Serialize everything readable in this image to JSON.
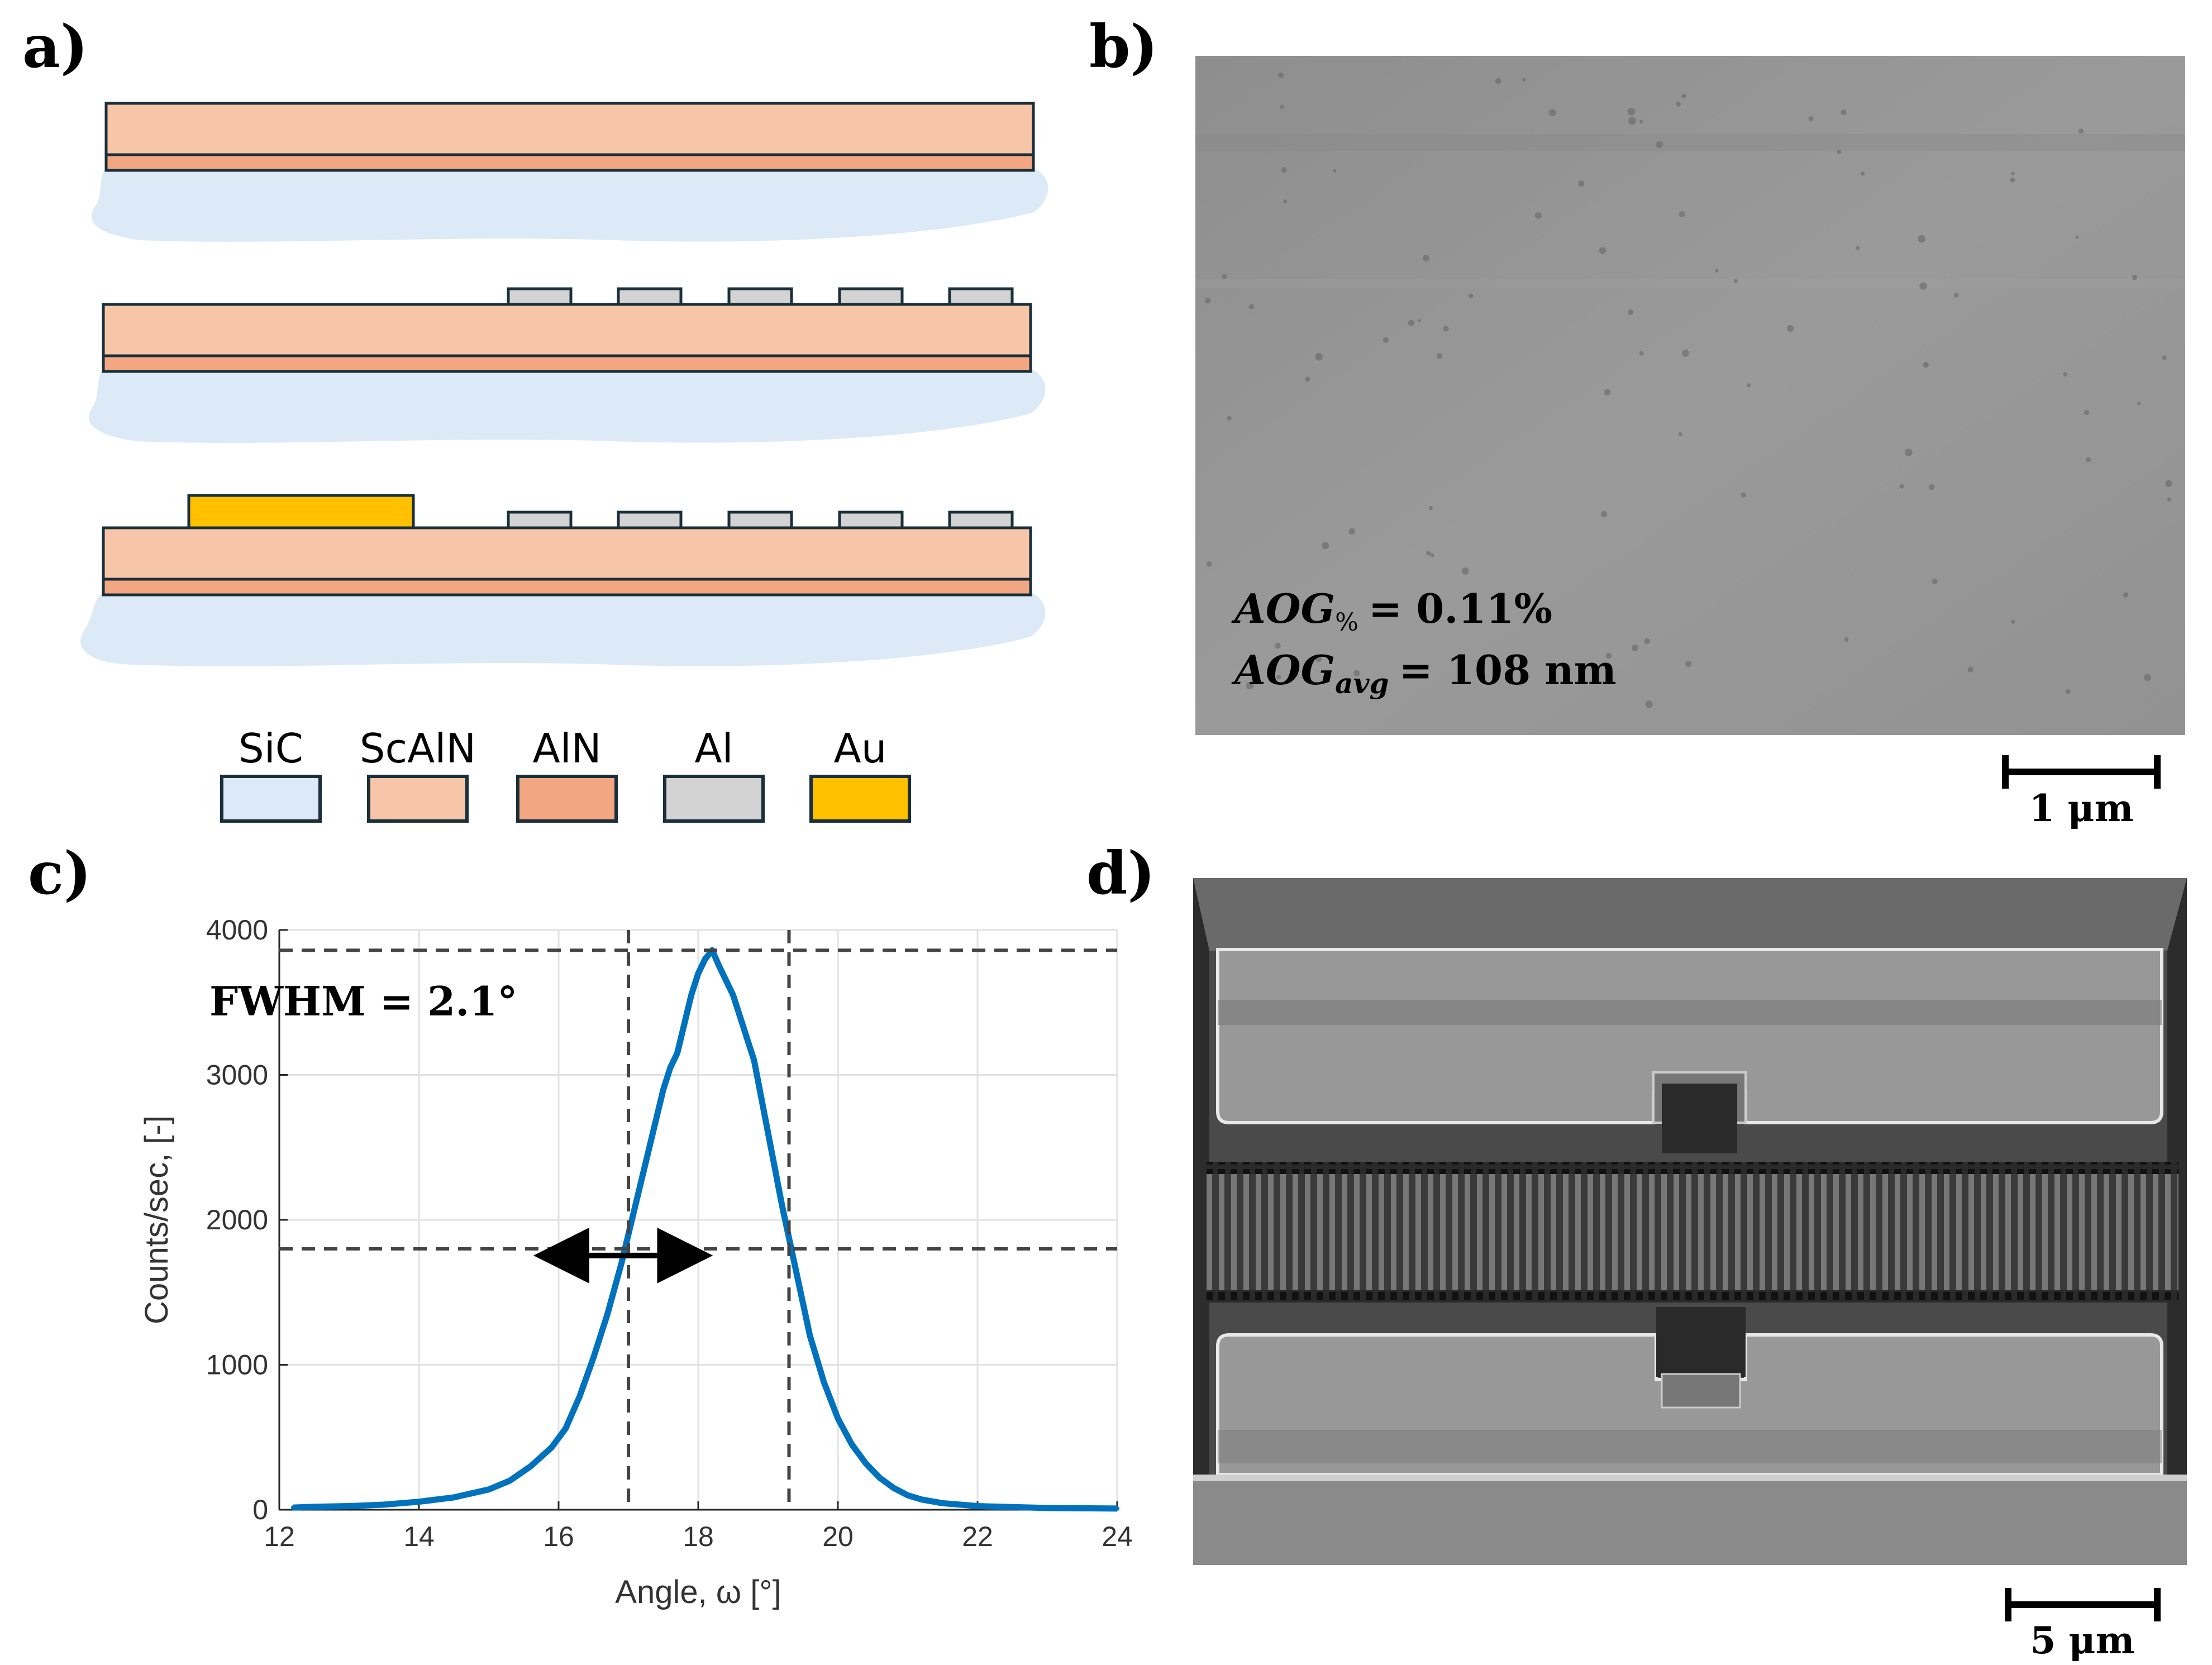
{
  "colors": {
    "SiC": "#dce9f6",
    "ScAlN": "#f7c5a8",
    "AlN": "#f2a782",
    "Al": "#d3d3d3",
    "Au": "#ffc000",
    "outline": "#1a2f3a",
    "curve": "#0072bd"
  },
  "panels": {
    "a": "a)",
    "b": "b)",
    "c": "c)",
    "d": "d)"
  },
  "legend": [
    "SiC",
    "ScAlN",
    "AlN",
    "Al",
    "Au"
  ],
  "sem_b": {
    "aog_pct_main": "AOG",
    "aog_pct_sub": "%",
    "aog_pct_value": "= 0.11%",
    "aog_avg_main": "AOG",
    "aog_avg_sub": "avg",
    "aog_avg_value": "= 108 nm",
    "scale": "1 μm"
  },
  "sem_d": {
    "scale": "5 μm"
  },
  "chart_data": {
    "type": "line",
    "annotation": "FWHM =  2.1°",
    "xlabel": "Angle, ω [°]",
    "ylabel": "Counts/sec, [-]",
    "xlim": [
      12,
      24
    ],
    "ylim": [
      0,
      4000
    ],
    "xticks": [
      12,
      14,
      16,
      18,
      20,
      22,
      24
    ],
    "yticks": [
      0,
      1000,
      2000,
      3000,
      4000
    ],
    "grid": true,
    "reference_lines": {
      "peak_y": 3860,
      "half_max_y": 1800,
      "left_x": 17.0,
      "right_x": 19.3
    },
    "arrow_x": [
      15.8,
      18.05
    ],
    "x": [
      12.2,
      12.5,
      13.0,
      13.5,
      14.0,
      14.5,
      15.0,
      15.3,
      15.6,
      15.9,
      16.1,
      16.3,
      16.5,
      16.7,
      16.9,
      17.1,
      17.3,
      17.5,
      17.6,
      17.7,
      17.8,
      17.9,
      18.0,
      18.1,
      18.2,
      18.3,
      18.4,
      18.5,
      18.6,
      18.8,
      19.0,
      19.2,
      19.4,
      19.6,
      19.8,
      20.0,
      20.2,
      20.4,
      20.6,
      20.8,
      21.0,
      21.2,
      21.5,
      22.0,
      22.5,
      23.0,
      23.5,
      24.0
    ],
    "values": [
      15,
      20,
      25,
      35,
      55,
      85,
      140,
      200,
      300,
      430,
      560,
      780,
      1050,
      1350,
      1700,
      2100,
      2500,
      2900,
      3050,
      3150,
      3350,
      3550,
      3700,
      3800,
      3860,
      3750,
      3650,
      3550,
      3400,
      3100,
      2600,
      2100,
      1650,
      1200,
      880,
      630,
      450,
      320,
      220,
      150,
      100,
      70,
      45,
      25,
      18,
      12,
      10,
      8
    ]
  }
}
